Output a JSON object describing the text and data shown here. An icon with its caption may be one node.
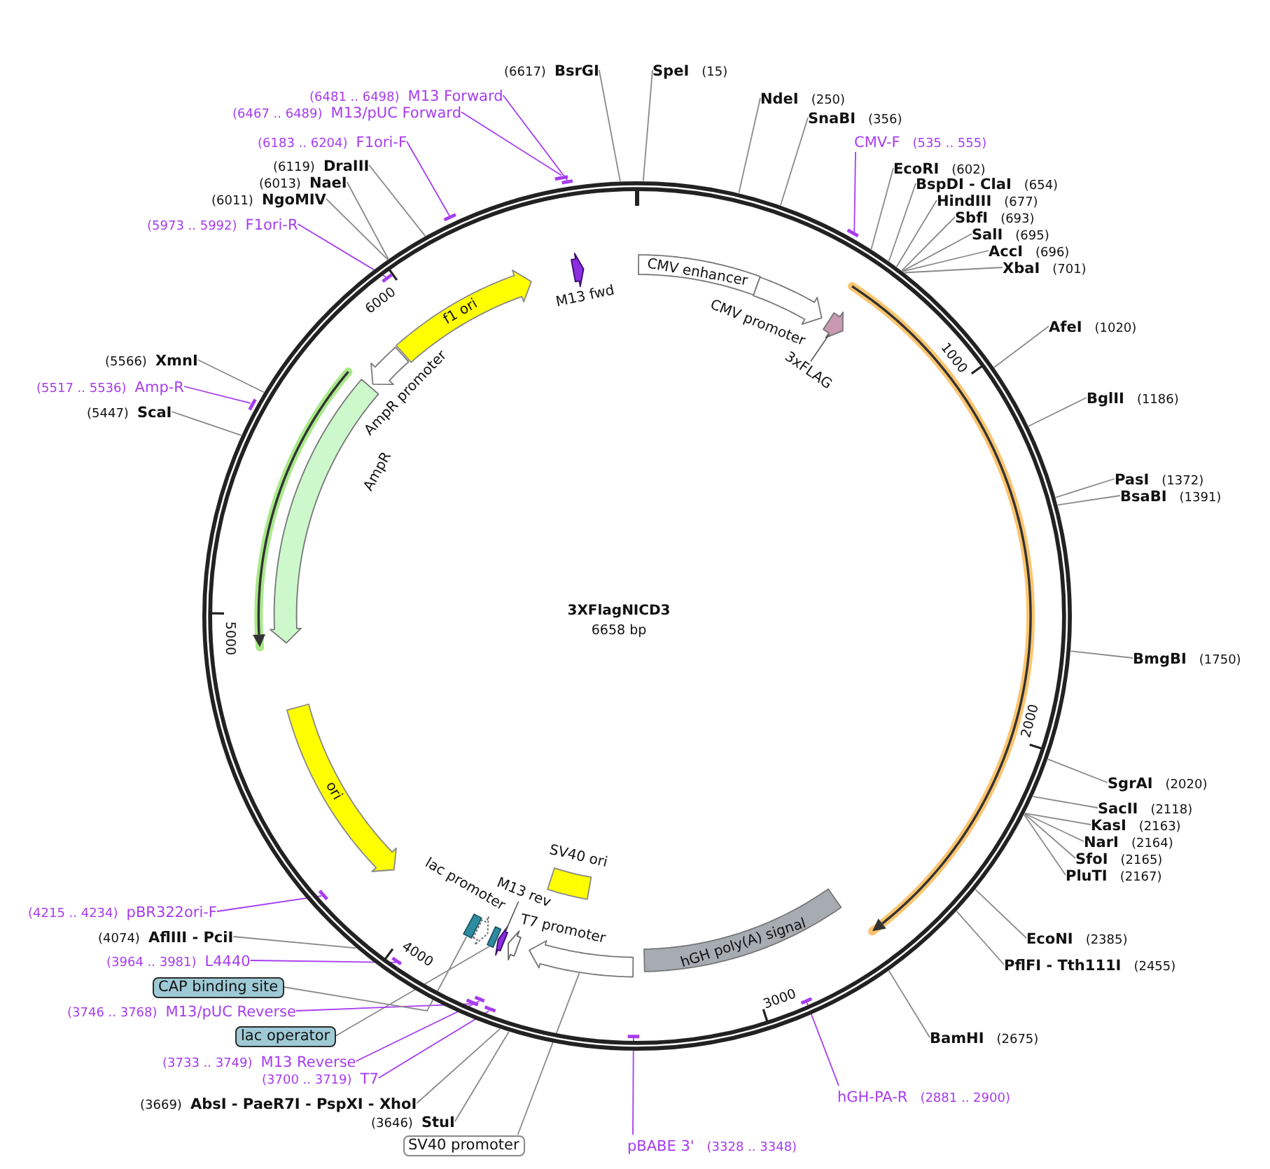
{
  "diagram": {
    "nodes": [
      {
        "text": [
          "3XFlagNICD3",
          "6658 bp"
        ]
      },
      {
        "text": [
          "M13 fwd"
        ],
        "in": 0
      },
      {
        "text": [
          "CMV enhancer"
        ],
        "in": 0
      },
      {
        "text": [
          "CMV promoter"
        ],
        "in": 0
      },
      {
        "text": [
          "3xFLAG"
        ],
        "in": 0
      },
      {
        "text": [],
        "shape": "arrow",
        "in": 0
      },
      {
        "text": [
          "hGH poly(A) signal"
        ],
        "in": 0
      },
      {
        "text": [],
        "shape": "arrow",
        "in": 0
      },
      {
        "text": [
          "SV40 ori"
        ],
        "in": 0
      },
      {
        "text": [
          "T7 promoter"
        ],
        "in": 0
      },
      {
        "text": [
          "M13 rev"
        ],
        "in": 0
      },
      {
        "text": [],
        "shape": "box",
        "in": 0
      },
      {
        "text": [
          "lac promoter"
        ],
        "in": 0
      },
      {
        "text": [],
        "shape": "box",
        "in": 0
      },
      {
        "text": [
          "ori"
        ],
        "in": 0
      },
      {
        "text": [
          "AmpR"
        ],
        "in": 0
      },
      {
        "text": [],
        "shape": "arrow",
        "in": 0
      },
      {
        "text": [
          "AmpR promoter"
        ],
        "in": 0
      },
      {
        "text": [
          "f1 ori"
        ],
        "in": 0
      },
      {
        "text": [
          "SpeI",
          "(15)"
        ]
      },
      {
        "text": [
          "NdeI",
          "(250)"
        ]
      },
      {
        "text": [
          "SnaBI",
          "(356)"
        ]
      },
      {
        "text": [
          "CMV-F",
          "(535 .. 555)"
        ]
      },
      {
        "text": [
          "EcoRI",
          "(602)"
        ]
      },
      {
        "text": [
          "BspDI - ClaI",
          "(654)"
        ]
      },
      {
        "text": [
          "HindIII",
          "(677)"
        ]
      },
      {
        "text": [
          "SbfI",
          "(693)"
        ]
      },
      {
        "text": [
          "SalI",
          "(695)"
        ]
      },
      {
        "text": [
          "AccI",
          "(696)"
        ]
      },
      {
        "text": [
          "XbaI",
          "(701)"
        ]
      },
      {
        "text": [
          "AfeI",
          "(1020)"
        ]
      },
      {
        "text": [
          "BglII",
          "(1186)"
        ]
      },
      {
        "text": [
          "PasI",
          "(1372)"
        ]
      },
      {
        "text": [
          "BsaBI",
          "(1391)"
        ]
      },
      {
        "text": [
          "BmgBI",
          "(1750)"
        ]
      },
      {
        "text": [
          "SgrAI",
          "(2020)"
        ]
      },
      {
        "text": [
          "SacII",
          "(2118)"
        ]
      },
      {
        "text": [
          "KasI",
          "(2163)"
        ]
      },
      {
        "text": [
          "NarI",
          "(2164)"
        ]
      },
      {
        "text": [
          "SfoI",
          "(2165)"
        ]
      },
      {
        "text": [
          "PluTI",
          "(2167)"
        ]
      },
      {
        "text": [
          "EcoNI",
          "(2385)"
        ]
      },
      {
        "text": [
          "PflFI - Tth111I",
          "(2455)"
        ]
      },
      {
        "text": [
          "BamHI",
          "(2675)"
        ]
      },
      {
        "text": [
          "hGH-PA-R",
          "(2881 .. 2900)"
        ]
      },
      {
        "text": [
          "pBABE 3'",
          "(3328 .. 3348)"
        ]
      },
      {
        "text": [
          "SV40 promoter"
        ]
      },
      {
        "text": [
          "(3646)",
          "StuI"
        ]
      },
      {
        "text": [
          "(3669)",
          "AbsI - PaeR7I - PspXI - XhoI"
        ]
      },
      {
        "text": [
          "(3700 .. 3719)",
          "T7"
        ]
      },
      {
        "text": [
          "(3733 .. 3749)",
          "M13 Reverse"
        ]
      },
      {
        "text": [
          "lac operator"
        ]
      },
      {
        "text": [
          "(3746 .. 3768)",
          "M13/pUC Reverse"
        ]
      },
      {
        "text": [
          "CAP binding site"
        ]
      },
      {
        "text": [
          "(3964 .. 3981)",
          "L4440"
        ]
      },
      {
        "text": [
          "(4074)",
          "AflIII - PciI"
        ]
      },
      {
        "text": [
          "(4215 .. 4234)",
          "pBR322ori-F"
        ]
      },
      {
        "text": [
          "(5447)",
          "ScaI"
        ]
      },
      {
        "text": [
          "(5517 .. 5536)",
          "Amp-R"
        ]
      },
      {
        "text": [
          "(5566)",
          "XmnI"
        ]
      },
      {
        "text": [
          "(5973 .. 5992)",
          "F1ori-R"
        ]
      },
      {
        "text": [
          "(6011)",
          "NgoMIV"
        ]
      },
      {
        "text": [
          "(6013)",
          "NaeI"
        ]
      },
      {
        "text": [
          "(6119)",
          "DraIII"
        ]
      },
      {
        "text": [
          "(6183 .. 6204)",
          "F1ori-F"
        ]
      },
      {
        "text": [
          "(6467 .. 6489)",
          "M13/pUC Forward"
        ]
      },
      {
        "text": [
          "(6481 .. 6498)",
          "M13 Forward"
        ]
      },
      {
        "text": [
          "(6617)",
          "BsrGI"
        ]
      },
      {
        "text": [],
        "shape": "bar"
      },
      {
        "text": [],
        "shape": "bar",
        "in": 0
      },
      {
        "text": [],
        "shape": "bar",
        "in": 0
      },
      {
        "text": [],
        "shape": "bar",
        "in": 0
      },
      {
        "text": [],
        "shape": "bar"
      },
      {
        "text": [],
        "shape": "bar",
        "in": 0
      },
      {
        "text": [],
        "shape": "bar",
        "in": 0
      },
      {
        "text": [],
        "shape": "bar",
        "in": 0
      },
      {
        "text": [],
        "shape": "bar"
      },
      {
        "text": [],
        "shape": "bar"
      },
      {
        "text": [],
        "shape": "bar",
        "in": 0
      },
      {
        "text": [],
        "shape": "bar",
        "in": 0
      },
      {
        "text": [],
        "shape": "bar"
      }
    ],
    "edges": [
      {
        "from": 19,
        "to": 0,
        "arrow": "none"
      },
      {
        "from": 20,
        "to": 0,
        "arrow": "none"
      },
      {
        "from": 21,
        "to": 0,
        "arrow": "none"
      },
      {
        "from": 22,
        "to": 80,
        "arrow": "none",
        "color": "#a63cf0"
      },
      {
        "from": 23,
        "to": 0,
        "arrow": "none"
      },
      {
        "from": 24,
        "to": 0,
        "arrow": "none"
      },
      {
        "from": 25,
        "to": 0,
        "arrow": "none"
      },
      {
        "from": 26,
        "to": 0,
        "arrow": "none"
      },
      {
        "from": 27,
        "to": 0,
        "arrow": "none"
      },
      {
        "from": 28,
        "to": 0,
        "arrow": "none"
      },
      {
        "from": 29,
        "to": 0,
        "arrow": "none"
      },
      {
        "from": 30,
        "to": 0,
        "arrow": "none"
      },
      {
        "from": 31,
        "to": 0,
        "arrow": "none"
      },
      {
        "from": 32,
        "to": 0,
        "arrow": "none"
      },
      {
        "from": 33,
        "to": 0,
        "arrow": "none"
      },
      {
        "from": 34,
        "to": 0,
        "arrow": "none"
      },
      {
        "from": 35,
        "to": 0,
        "arrow": "none"
      },
      {
        "from": 36,
        "to": 0,
        "arrow": "none"
      },
      {
        "from": 37,
        "to": 0,
        "arrow": "none"
      },
      {
        "from": 38,
        "to": 0,
        "arrow": "none"
      },
      {
        "from": 39,
        "to": 0,
        "arrow": "none"
      },
      {
        "from": 40,
        "to": 0,
        "arrow": "none"
      },
      {
        "from": 41,
        "to": 0,
        "arrow": "none"
      },
      {
        "from": 42,
        "to": 0,
        "arrow": "none"
      },
      {
        "from": 43,
        "to": 0,
        "arrow": "none"
      },
      {
        "from": 44,
        "to": 79,
        "arrow": "none",
        "color": "#a63cf0"
      },
      {
        "from": 45,
        "to": 78,
        "arrow": "none",
        "color": "#a63cf0"
      },
      {
        "from": 46,
        "to": 7,
        "arrow": "none"
      },
      {
        "from": 47,
        "to": 0,
        "arrow": "none"
      },
      {
        "from": 48,
        "to": 0,
        "arrow": "none"
      },
      {
        "from": 49,
        "to": 75,
        "arrow": "none",
        "color": "#a63cf0"
      },
      {
        "from": 50,
        "to": 74,
        "arrow": "none",
        "color": "#a63cf0"
      },
      {
        "from": 51,
        "to": 13,
        "arrow": "none"
      },
      {
        "from": 52,
        "to": 73,
        "arrow": "none",
        "color": "#a63cf0"
      },
      {
        "from": 53,
        "to": 11,
        "arrow": "none"
      },
      {
        "from": 54,
        "to": 71,
        "arrow": "none",
        "color": "#a63cf0"
      },
      {
        "from": 55,
        "to": 0,
        "arrow": "none"
      },
      {
        "from": 56,
        "to": 69,
        "arrow": "none",
        "color": "#a63cf0"
      },
      {
        "from": 57,
        "to": 0,
        "arrow": "none"
      },
      {
        "from": 58,
        "to": 68,
        "arrow": "none",
        "color": "#a63cf0"
      },
      {
        "from": 59,
        "to": 0,
        "arrow": "none"
      },
      {
        "from": 60,
        "to": 70,
        "arrow": "none",
        "color": "#a63cf0"
      },
      {
        "from": 61,
        "to": 0,
        "arrow": "none"
      },
      {
        "from": 62,
        "to": 0,
        "arrow": "none"
      },
      {
        "from": 63,
        "to": 0,
        "arrow": "none"
      },
      {
        "from": 64,
        "to": 72,
        "arrow": "none",
        "color": "#a63cf0"
      },
      {
        "from": 65,
        "to": 76,
        "arrow": "none",
        "color": "#a63cf0"
      },
      {
        "from": 66,
        "to": 77,
        "arrow": "none",
        "color": "#a63cf0"
      },
      {
        "from": 67,
        "to": 0,
        "arrow": "none"
      }
    ],
    "labels": [
      "6000",
      "1000",
      "5000",
      "2000",
      "4000",
      "3000"
    ]
  }
}
